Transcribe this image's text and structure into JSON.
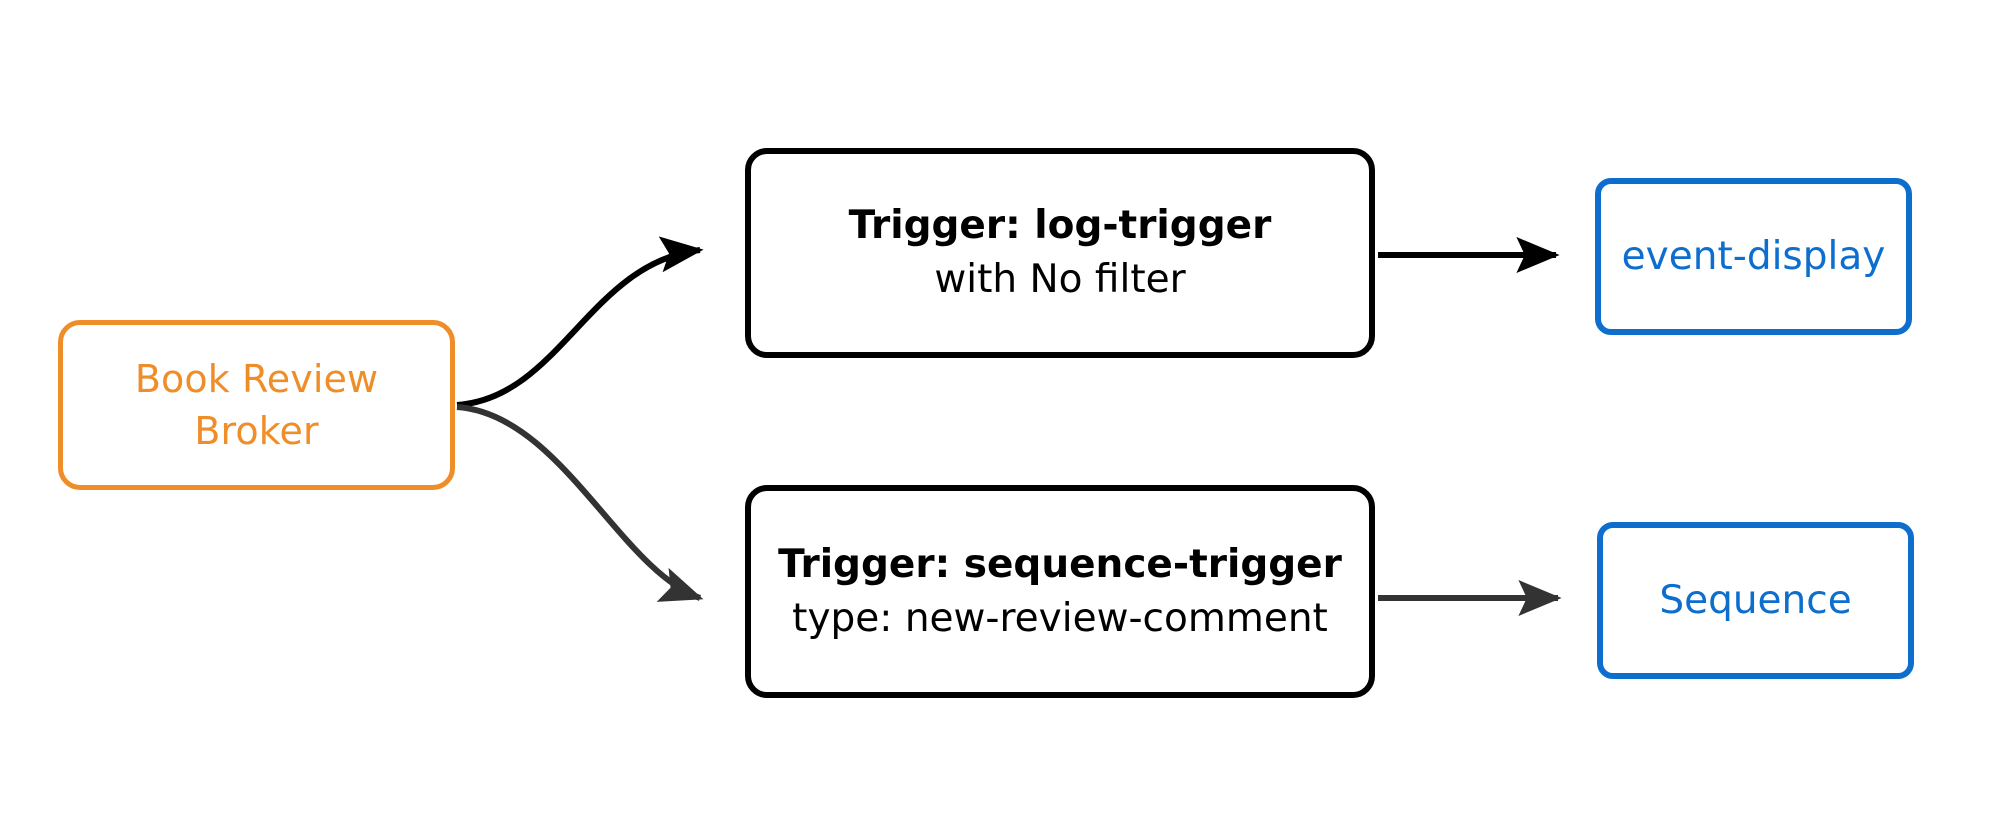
{
  "diagram": {
    "type": "flow",
    "background_color": "#ffffff",
    "palette": {
      "broker_color": "#ef8e28",
      "trigger_color": "#000000",
      "consumer_color": "#0d6ecd",
      "edge_primary_color": "#000000",
      "edge_secondary_color": "#333333"
    },
    "nodes": {
      "broker": {
        "id": "book-review-broker",
        "line_1": "Book Review",
        "line_2": "Broker",
        "shape": "rounded-rect",
        "color": "#ef8e28"
      },
      "trigger_log": {
        "id": "log-trigger",
        "line_1": "Trigger: log-trigger",
        "line_2": "with No filter",
        "shape": "rounded-rect",
        "color": "#000000"
      },
      "trigger_sequence": {
        "id": "sequence-trigger",
        "line_1": "Trigger: sequence-trigger",
        "line_2": "type: new-review-comment",
        "shape": "rounded-rect",
        "color": "#000000"
      },
      "consumer_event_display": {
        "id": "event-display",
        "label": "event-display",
        "shape": "rounded-rect",
        "color": "#0d6ecd"
      },
      "consumer_sequence": {
        "id": "sequence",
        "label": "Sequence",
        "shape": "rounded-rect",
        "color": "#0d6ecd"
      }
    },
    "edges": [
      {
        "id": "broker-to-log-trigger",
        "from": "book-review-broker",
        "to": "log-trigger",
        "style": "curved",
        "arrow": "filled-triangle",
        "color": "#000000",
        "label": ""
      },
      {
        "id": "broker-to-sequence-trigger",
        "from": "book-review-broker",
        "to": "sequence-trigger",
        "style": "curved",
        "arrow": "filled-triangle",
        "color": "#333333",
        "label": ""
      },
      {
        "id": "log-trigger-to-event-display",
        "from": "log-trigger",
        "to": "event-display",
        "style": "straight",
        "arrow": "filled-triangle",
        "color": "#000000",
        "label": ""
      },
      {
        "id": "sequence-trigger-to-sequence",
        "from": "sequence-trigger",
        "to": "sequence",
        "style": "straight",
        "arrow": "filled-triangle",
        "color": "#333333",
        "label": ""
      }
    ]
  }
}
